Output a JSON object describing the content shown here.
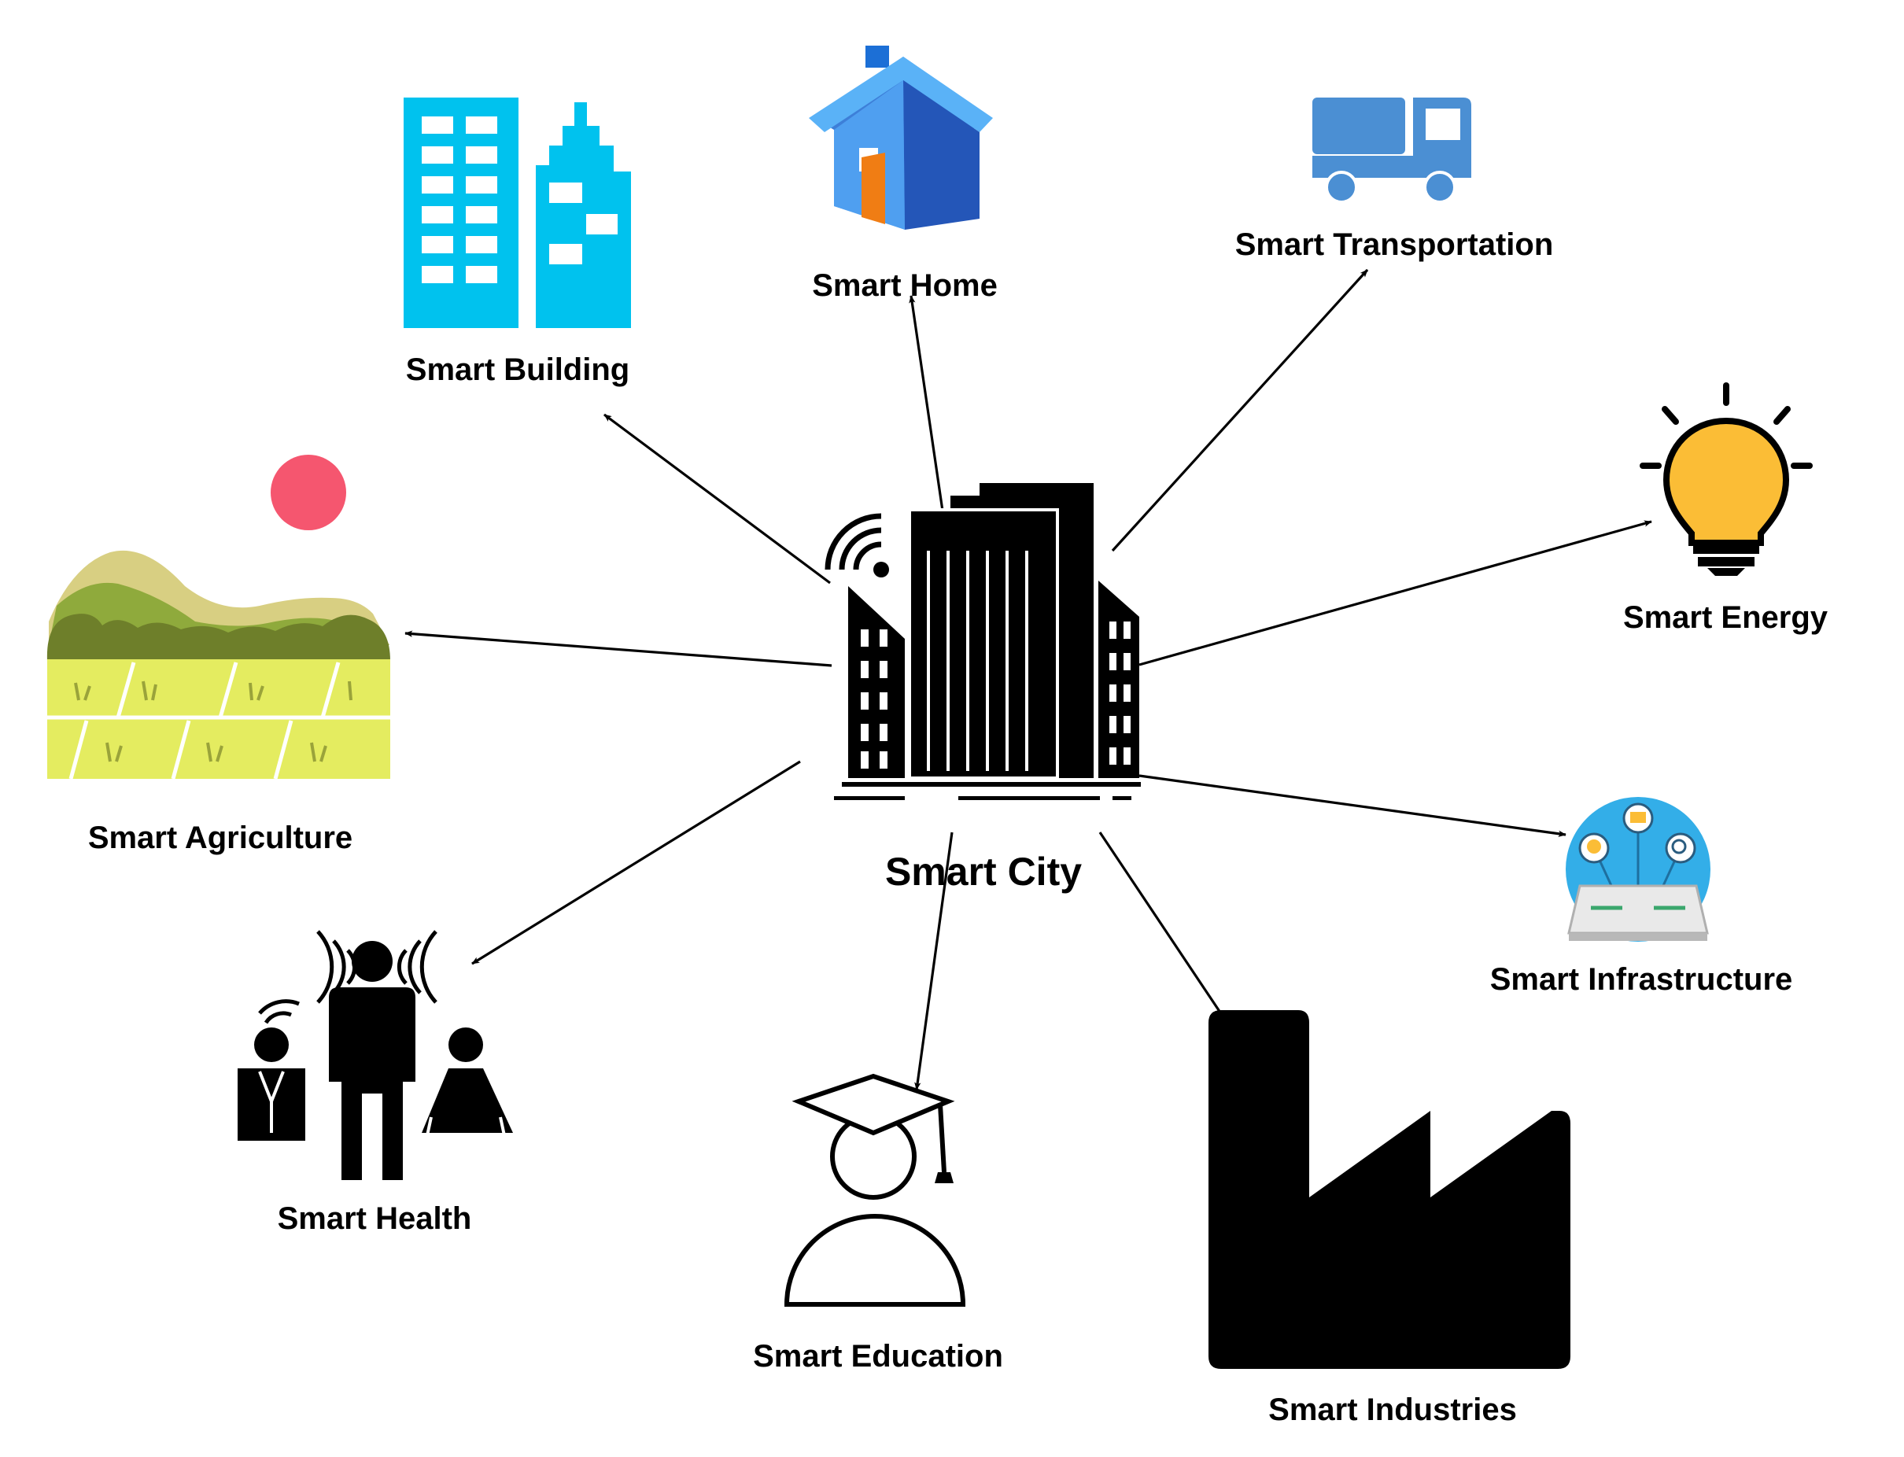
{
  "center": {
    "label": "Smart City"
  },
  "nodes": [
    {
      "id": "building",
      "label": "Smart Building"
    },
    {
      "id": "home",
      "label": "Smart Home"
    },
    {
      "id": "transportation",
      "label": "Smart Transportation"
    },
    {
      "id": "energy",
      "label": "Smart Energy"
    },
    {
      "id": "infrastructure",
      "label": "Smart Infrastructure"
    },
    {
      "id": "industries",
      "label": "Smart Industries"
    },
    {
      "id": "education",
      "label": "Smart Education"
    },
    {
      "id": "health",
      "label": "Smart Health"
    },
    {
      "id": "agriculture",
      "label": "Smart Agriculture"
    }
  ],
  "edges": [
    {
      "from": "center",
      "to": "building",
      "arrow": true
    },
    {
      "from": "center",
      "to": "home",
      "arrow": true
    },
    {
      "from": "center",
      "to": "transportation",
      "arrow": true
    },
    {
      "from": "center",
      "to": "energy",
      "arrow": true
    },
    {
      "from": "center",
      "to": "infrastructure",
      "arrow": true
    },
    {
      "from": "center",
      "to": "industries",
      "arrow": false
    },
    {
      "from": "center",
      "to": "education",
      "arrow": true
    },
    {
      "from": "center",
      "to": "health",
      "arrow": true
    },
    {
      "from": "center",
      "to": "agriculture",
      "arrow": true
    }
  ],
  "icons": {
    "center": "smart-city-buildings-icon",
    "building": "office-buildings-icon",
    "home": "house-icon",
    "transportation": "truck-icon",
    "energy": "light-bulb-icon",
    "infrastructure": "infrastructure-network-icon",
    "industries": "factory-icon",
    "education": "graduate-student-icon",
    "health": "healthcare-people-icon",
    "agriculture": "farm-field-icon"
  },
  "colors": {
    "building": "#00c2ee",
    "home_roof": "#4aa3f5",
    "home_door": "#f07d14",
    "truck": "#4b8fd3",
    "bulb": "#fbbd36",
    "agriculture_sun": "#f5566f",
    "agriculture_hill": "#8faa3c",
    "agriculture_field": "#e4ec60",
    "infrastructure_circle": "#33aee8"
  }
}
